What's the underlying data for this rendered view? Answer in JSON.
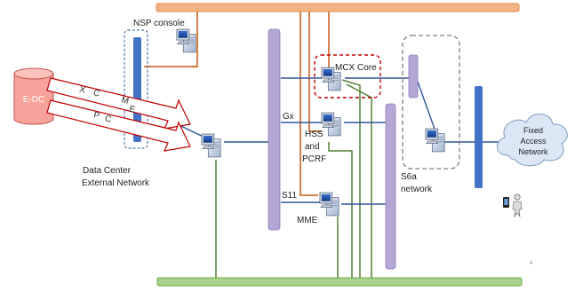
{
  "labels": {
    "nsp_console": "NSP console",
    "mcx_core": "MCX Core",
    "edc": "E-DC",
    "data_center_line1": "Data Center",
    "data_center_line2": "External Network",
    "gx": "Gx",
    "s11": "S11",
    "hss_line1": "HSS",
    "hss_line2": "and",
    "hss_line3": "PCRF",
    "mme": "MME",
    "s6a_line1": "S6a",
    "s6a_line2": "network",
    "fixed_line1": "Fixed",
    "fixed_line2": "Access",
    "fixed_line3": "Network",
    "page_number": "4"
  },
  "arrow_texts": {
    "upper": [
      "X",
      "C",
      "M"
    ],
    "lower": [
      "E",
      "P",
      "C"
    ]
  },
  "colors": {
    "top_bus": "#f4b183",
    "bottom_bus": "#a9d18e",
    "purple_bar": "#b4a7d6",
    "blue_bar": "#4472c4",
    "orange_link": "#c55a11",
    "green_link": "#548235",
    "blue_link": "#2e5597",
    "edc_fill": "#f8a39a",
    "mcx_border": "#c00000",
    "dashed_gray": "#7f7f7f",
    "dashed_blue": "#2f5597"
  },
  "icons": [
    "server-icon",
    "cloud-icon",
    "mobile-user-icon"
  ]
}
